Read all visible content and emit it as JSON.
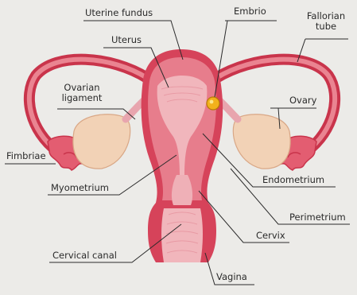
{
  "labels": {
    "uterine_fundus": "Uterine fundus",
    "embrio": "Embrio",
    "fallorian_tube_line1": "Fallorian",
    "fallorian_tube_line2": "tube",
    "uterus": "Uterus",
    "ovarian_ligament_line1": "Ovarian",
    "ovarian_ligament_line2": "ligament",
    "ovary": "Ovary",
    "fimbriae": "Fimbriae",
    "myometrium": "Myometrium",
    "endometrium": "Endometrium",
    "perimetrium": "Perimetrium",
    "cervix": "Cervix",
    "cervical_canal": "Cervical canal",
    "vagina": "Vagina"
  },
  "colors": {
    "background": "#ecebe8",
    "outer_wall": "#d6435a",
    "myometrium": "#e77d8c",
    "endometrium": "#f1b6bc",
    "ovary": "#f2d2b6",
    "embryo": "#f2b11c",
    "leader_line": "#2b2b2b"
  }
}
